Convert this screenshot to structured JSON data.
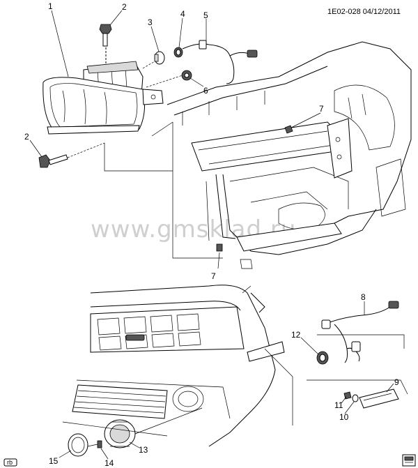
{
  "header": {
    "code": "1E02-028 04/12/2011"
  },
  "watermark": "www.gmsklad.ru",
  "corner_tag": "rb",
  "callouts": [
    "1",
    "2",
    "3",
    "4",
    "5",
    "2",
    "6",
    "7",
    "7",
    "8",
    "12",
    "9",
    "11",
    "10",
    "13",
    "15",
    "14"
  ]
}
